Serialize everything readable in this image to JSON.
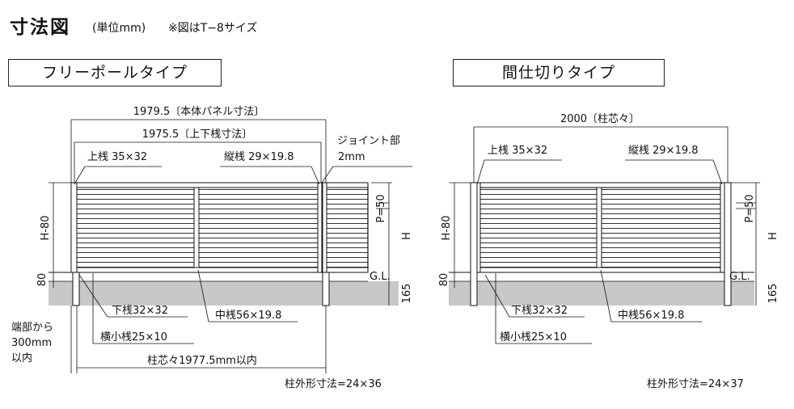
{
  "header": {
    "title": "寸法図",
    "unit": "(単位mm)",
    "note": "※図はT−8サイズ"
  },
  "left": {
    "type_label": "フリーポールタイプ",
    "dim_panel": "1979.5〔本体パネル寸法〕",
    "dim_rail": "1975.5〔上下桟寸法〕",
    "joint_line1": "ジョイント部",
    "joint_line2": "2mm",
    "top_rail": "上桟 35×32",
    "vertical_bar": "縦桟 29×19.8",
    "h80": "H-80",
    "p50": "P=50",
    "h": "H",
    "gl": "G.L.",
    "d80": "80",
    "d165": "165",
    "bottom_rail": "下桟32×32",
    "slat": "横小桟25×10",
    "middle_bar": "中桟56×19.8",
    "end_note_1": "端部から",
    "end_note_2": "300mm",
    "end_note_3": "以内",
    "post_pitch": "柱芯々1977.5mm以内",
    "post_size": "柱外形寸法=24×36"
  },
  "right": {
    "type_label": "間仕切りタイプ",
    "dim_pitch": "2000〔柱芯々〕",
    "top_rail": "上桟 35×32",
    "vertical_bar": "縦桟 29×19.8",
    "h80": "H-80",
    "p50": "P=50",
    "h": "H",
    "gl": "G.L.",
    "d80": "80",
    "d165": "165",
    "bottom_rail": "下桟32×32",
    "slat": "横小桟25×10",
    "middle_bar": "中桟56×19.8",
    "post_size": "柱外形寸法=24×37"
  }
}
